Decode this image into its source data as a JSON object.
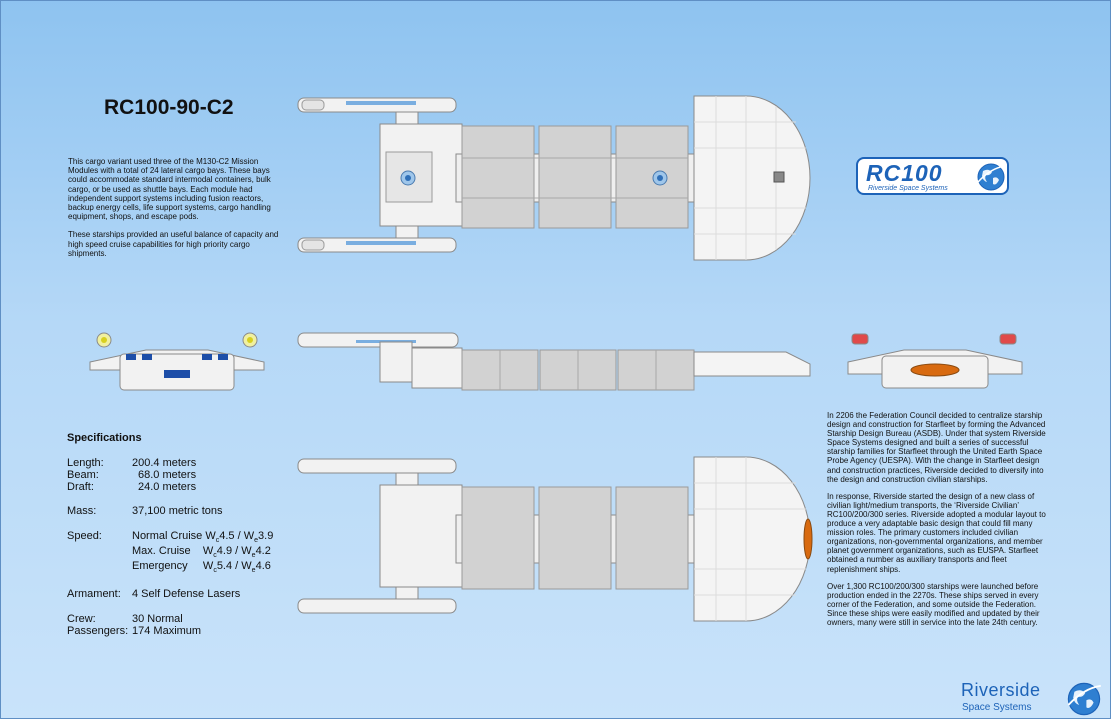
{
  "title": "RC100-90-C2",
  "intro": {
    "p1": "This  cargo variant used three of the M130-C2 Mission Modules with a total of 24 lateral cargo bays. These bays could accommodate standard intermodal containers, bulk cargo, or be used as shuttle bays. Each module had independent support systems including fusion reactors, backup energy cells, life support systems, cargo handling equipment, shops, and escape pods.",
    "p2": "These starships provided an useful balance of capacity and high speed cruise capabilities for high priority cargo shipments."
  },
  "logo": {
    "name": "RC100",
    "company": "Riverside Space Systems",
    "icon": "globe-icon"
  },
  "footer_logo": {
    "line1": "Riverside",
    "line2": "Space Systems",
    "icon": "globe-icon"
  },
  "specs": {
    "heading": "Specifications",
    "length_label": "Length:",
    "length_value": "200.4 meters",
    "beam_label": "Beam:",
    "beam_value": "68.0  meters",
    "draft_label": "Draft:",
    "draft_value": "24.0 meters",
    "mass_label": "Mass:",
    "mass_value": "37,100 metric tons",
    "speed_label": "Speed:",
    "speed_rows": [
      {
        "name": "Normal Cruise",
        "wc": "4.5",
        "we": "3.9"
      },
      {
        "name": "Max. Cruise",
        "wc": "4.9",
        "we": "4.2"
      },
      {
        "name": "Emergency",
        "wc": "5.4",
        "we": "4.6"
      }
    ],
    "armament_label": "Armament:",
    "armament_value": "4 Self Defense Lasers",
    "crew_label": "Crew:",
    "crew_value": "30 Normal",
    "passengers_label": "Passengers:",
    "passengers_value": "174 Maximum"
  },
  "history": {
    "p1": "In 2206 the Federation Council decided to centralize starship design and construction for Starfleet by forming the Advanced Starship Design Bureau (ASDB). Under that system Riverside Space Systems designed and built a series of successful starship families for Starfleet through the United Earth Space Probe Agency (UESPA). With the change in Starfleet design and construction practices, Riverside decided to diversify into the design and construction civilian starships.",
    "p2": "In response, Riverside started the design of a new class of civilian light/medium transports, the ‘Riverside Civilian’ RC100/200/300 series. Riverside adopted a modular layout to produce a very adaptable basic design that could fill many mission roles.  The primary customers included civilian organizations, non-governmental organizations, and member planet government organizations, such as EUSPA. Starfleet obtained a number as auxiliary transports and fleet replenishment ships.",
    "p3": "Over 1,300 RC100/200/300 starships were launched before production ended in the 2270s. These ships served in every corner of the Federation, and some outside the Federation.  Since these ships were easily modified and updated by their owners, many were still in service into the late 24th century."
  },
  "colors": {
    "accent": "#1d63b8",
    "hull": "#f2f2f2",
    "hull_line": "#8a8a8a",
    "cargo_module": "#d2d2d2",
    "nacelle_stripe": "#7aaee0",
    "deflector_orange": "#d86a10"
  }
}
